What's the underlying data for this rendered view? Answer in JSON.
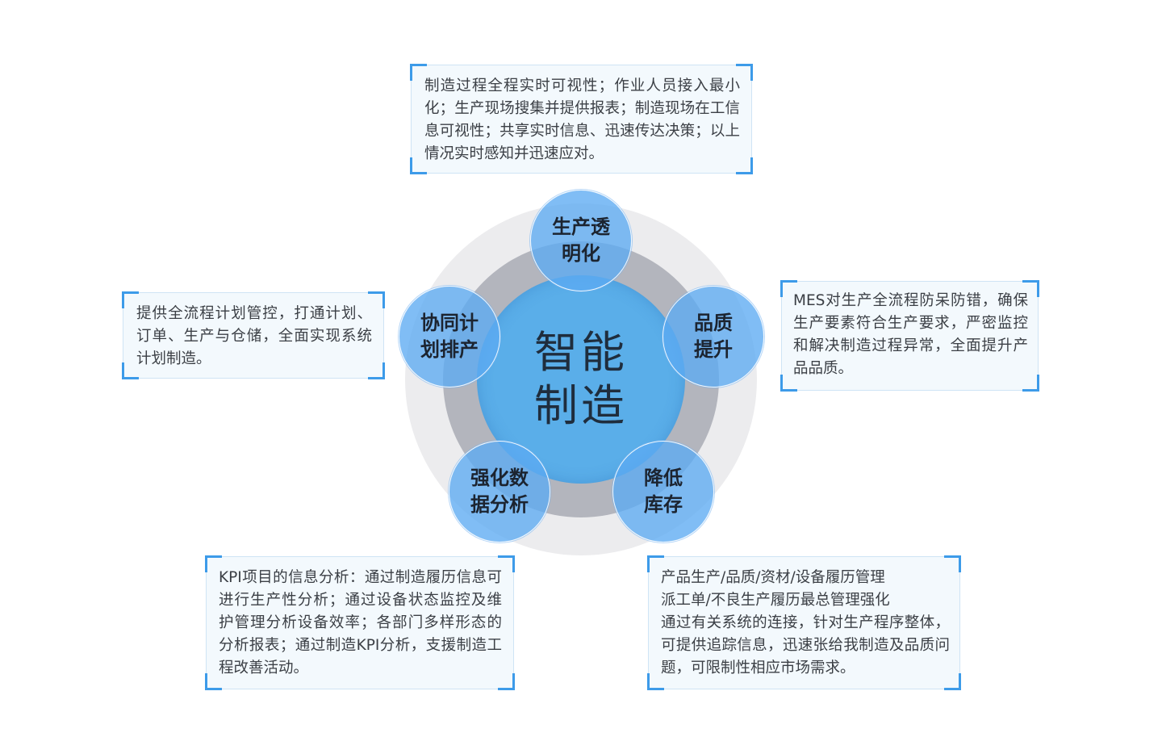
{
  "center": {
    "line1": "智能",
    "line2": "制造"
  },
  "nodes": {
    "top": {
      "line1": "生产透",
      "line2": "明化"
    },
    "right": {
      "line1": "品质",
      "line2": "提升"
    },
    "bottom_right": {
      "line1": "降低",
      "line2": "库存"
    },
    "bottom_left": {
      "line1": "强化数",
      "line2": "据分析"
    },
    "left": {
      "line1": "协同计",
      "line2": "划排产"
    }
  },
  "descriptions": {
    "top": "制造过程全程实时可视性；作业人员接入最小化；生产现场搜集并提供报表；制造现场在工信息可视性；共享实时信息、迅速传达决策；以上情况实时感知并迅速应对。",
    "left": "提供全流程计划管控，打通计划、订单、生产与仓储，全面实现系统计划制造。",
    "right": "MES对生产全流程防呆防错，确保生产要素符合生产要求，严密监控和解决制造过程异常，全面提升产品品质。",
    "bottom_left": "KPI项目的信息分析：通过制造履历信息可进行生产性分析；通过设备状态监控及维护管理分析设备效率；各部门多样形态的分析报表；通过制造KPI分析，支援制造工程改善活动。",
    "bottom_right": {
      "line1": "产品生产/品质/资材/设备履历管理",
      "line2": "派工单/不良生产履历最总管理强化",
      "line3": "通过有关系统的连接，针对生产程序整体，可提供追踪信息，迅速张给我制造及品质问题，可限制性相应市场需求。"
    }
  },
  "colors": {
    "hub": "#5aaee9",
    "node": "#5caaf2",
    "ring_outer": "#ececee",
    "ring_inner": "#b3b5bd",
    "box_background": "#f3f9fd",
    "box_corner": "#3d9be9"
  }
}
